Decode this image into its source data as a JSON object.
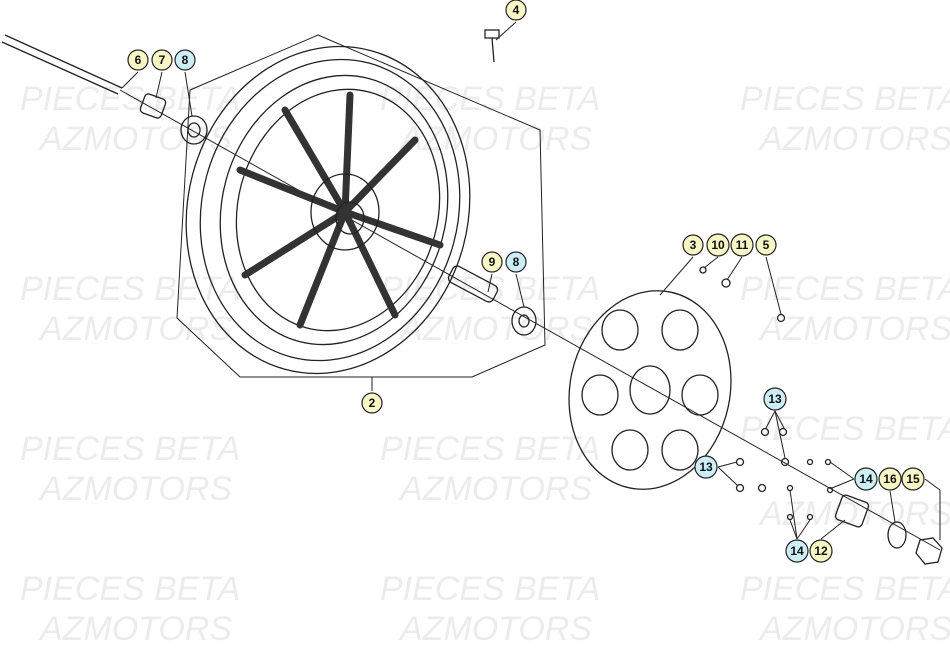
{
  "watermark": {
    "line1": "PIECES BETA",
    "line2": "AZMOTORS"
  },
  "colors": {
    "callout_yellow": "#f8f6c4",
    "callout_blue": "#cdeef5",
    "watermark": "#ececec"
  },
  "callouts": [
    {
      "number": "4",
      "type": "yellow"
    },
    {
      "number": "6",
      "type": "yellow"
    },
    {
      "number": "7",
      "type": "yellow"
    },
    {
      "number": "8",
      "type": "blue"
    },
    {
      "number": "9",
      "type": "yellow"
    },
    {
      "number": "8",
      "type": "blue"
    },
    {
      "number": "2",
      "type": "yellow"
    },
    {
      "number": "3",
      "type": "yellow"
    },
    {
      "number": "10",
      "type": "yellow"
    },
    {
      "number": "11",
      "type": "yellow"
    },
    {
      "number": "5",
      "type": "yellow"
    },
    {
      "number": "13",
      "type": "blue"
    },
    {
      "number": "13",
      "type": "blue"
    },
    {
      "number": "14",
      "type": "blue"
    },
    {
      "number": "16",
      "type": "yellow"
    },
    {
      "number": "15",
      "type": "yellow"
    },
    {
      "number": "14",
      "type": "blue"
    },
    {
      "number": "12",
      "type": "yellow"
    }
  ]
}
